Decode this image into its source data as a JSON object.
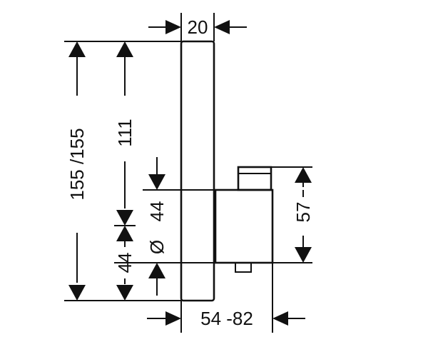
{
  "drawing": {
    "labels": {
      "top_width": "20",
      "overall_height": "155  /155",
      "upper_height": "111",
      "mid_height": "44",
      "diameter_symbol": "Ø",
      "lower_height": "44",
      "body_height": "57",
      "depth_range": "54 -82"
    },
    "colors": {
      "ink": "#111111",
      "background": "#ffffff"
    }
  }
}
